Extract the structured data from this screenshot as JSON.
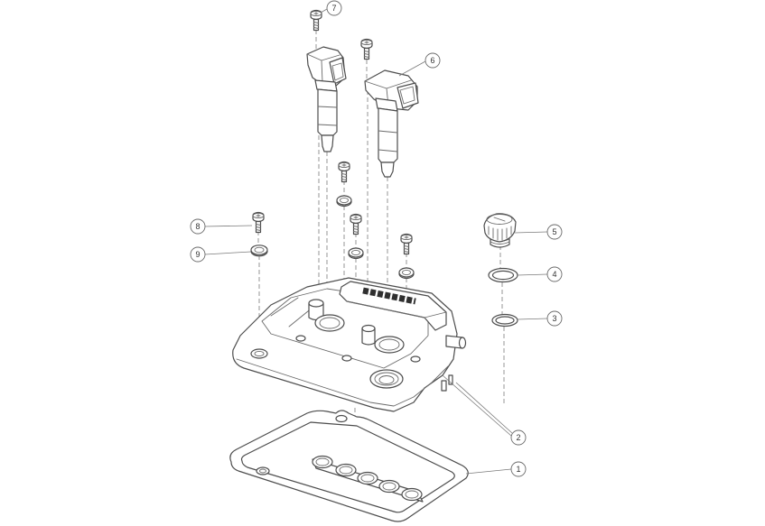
{
  "callouts": [
    {
      "label": "1"
    },
    {
      "label": "2"
    },
    {
      "label": "3"
    },
    {
      "label": "4"
    },
    {
      "label": "5"
    },
    {
      "label": "6"
    },
    {
      "label": "7"
    },
    {
      "label": "8"
    },
    {
      "label": "9"
    }
  ],
  "colors": {
    "background": "#ffffff",
    "line": "#4d4d4d",
    "dashed_line": "#7a7a7a"
  }
}
